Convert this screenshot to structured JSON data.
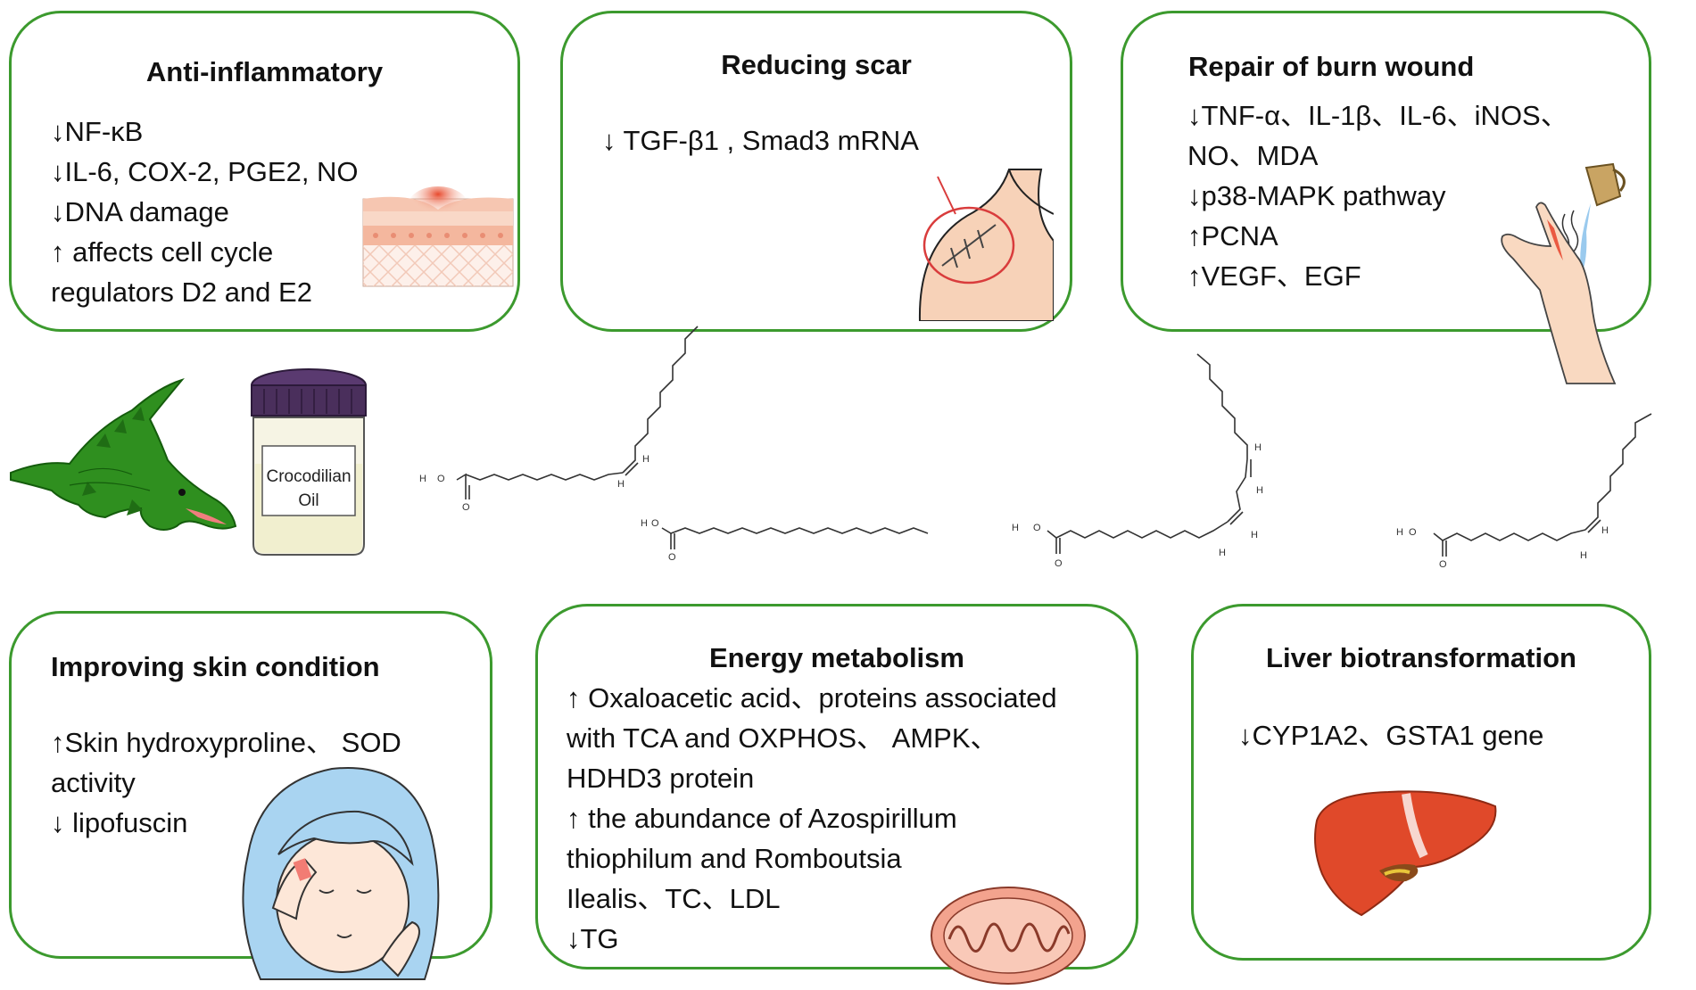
{
  "panels": {
    "anti_inflammatory": {
      "title": "Anti-inflammatory",
      "lines": [
        "↓NF-κB",
        "↓IL-6, COX-2, PGE2, NO",
        "↓DNA damage",
        "↑  affects cell cycle",
        "regulators D2 and E2"
      ]
    },
    "reducing_scar": {
      "title": "Reducing scar",
      "lines": [
        "↓ TGF-β1 , Smad3 mRNA"
      ]
    },
    "burn_wound": {
      "title": "Repair of burn wound",
      "lines": [
        "↓TNF-α、IL-1β、IL-6、iNOS、",
        "NO、MDA",
        "↓p38-MAPK pathway",
        "↑PCNA",
        "↑VEGF、EGF"
      ]
    },
    "skin_condition": {
      "title": "Improving skin condition",
      "lines": [
        "↑Skin hydroxyproline、 SOD",
        "activity",
        "↓ lipofuscin"
      ]
    },
    "energy_metabolism": {
      "title": "Energy metabolism",
      "lines": [
        "↑ Oxaloacetic acid、proteins associated",
        "with TCA and OXPHOS、 AMPK、",
        "HDHD3 protein",
        "↑ the abundance of Azospirillum",
        "thiophilum and Romboutsia",
        "Ilealis、TC、LDL",
        "↓TG"
      ]
    },
    "liver": {
      "title": "Liver biotransformation",
      "lines": [
        "↓CYP1A2、GSTA1 gene"
      ]
    }
  },
  "jar": {
    "label_line1": "Crocodilian",
    "label_line2": "Oil"
  },
  "molecule_atoms": {
    "oxygen": "O",
    "hydrogen": "H"
  },
  "colors": {
    "panel_border": "#3c9a2e",
    "crocodile": "#2f8f1f",
    "jar_lid": "#4a2f5c",
    "oil": "#f1efcf",
    "bond": "#333333"
  }
}
